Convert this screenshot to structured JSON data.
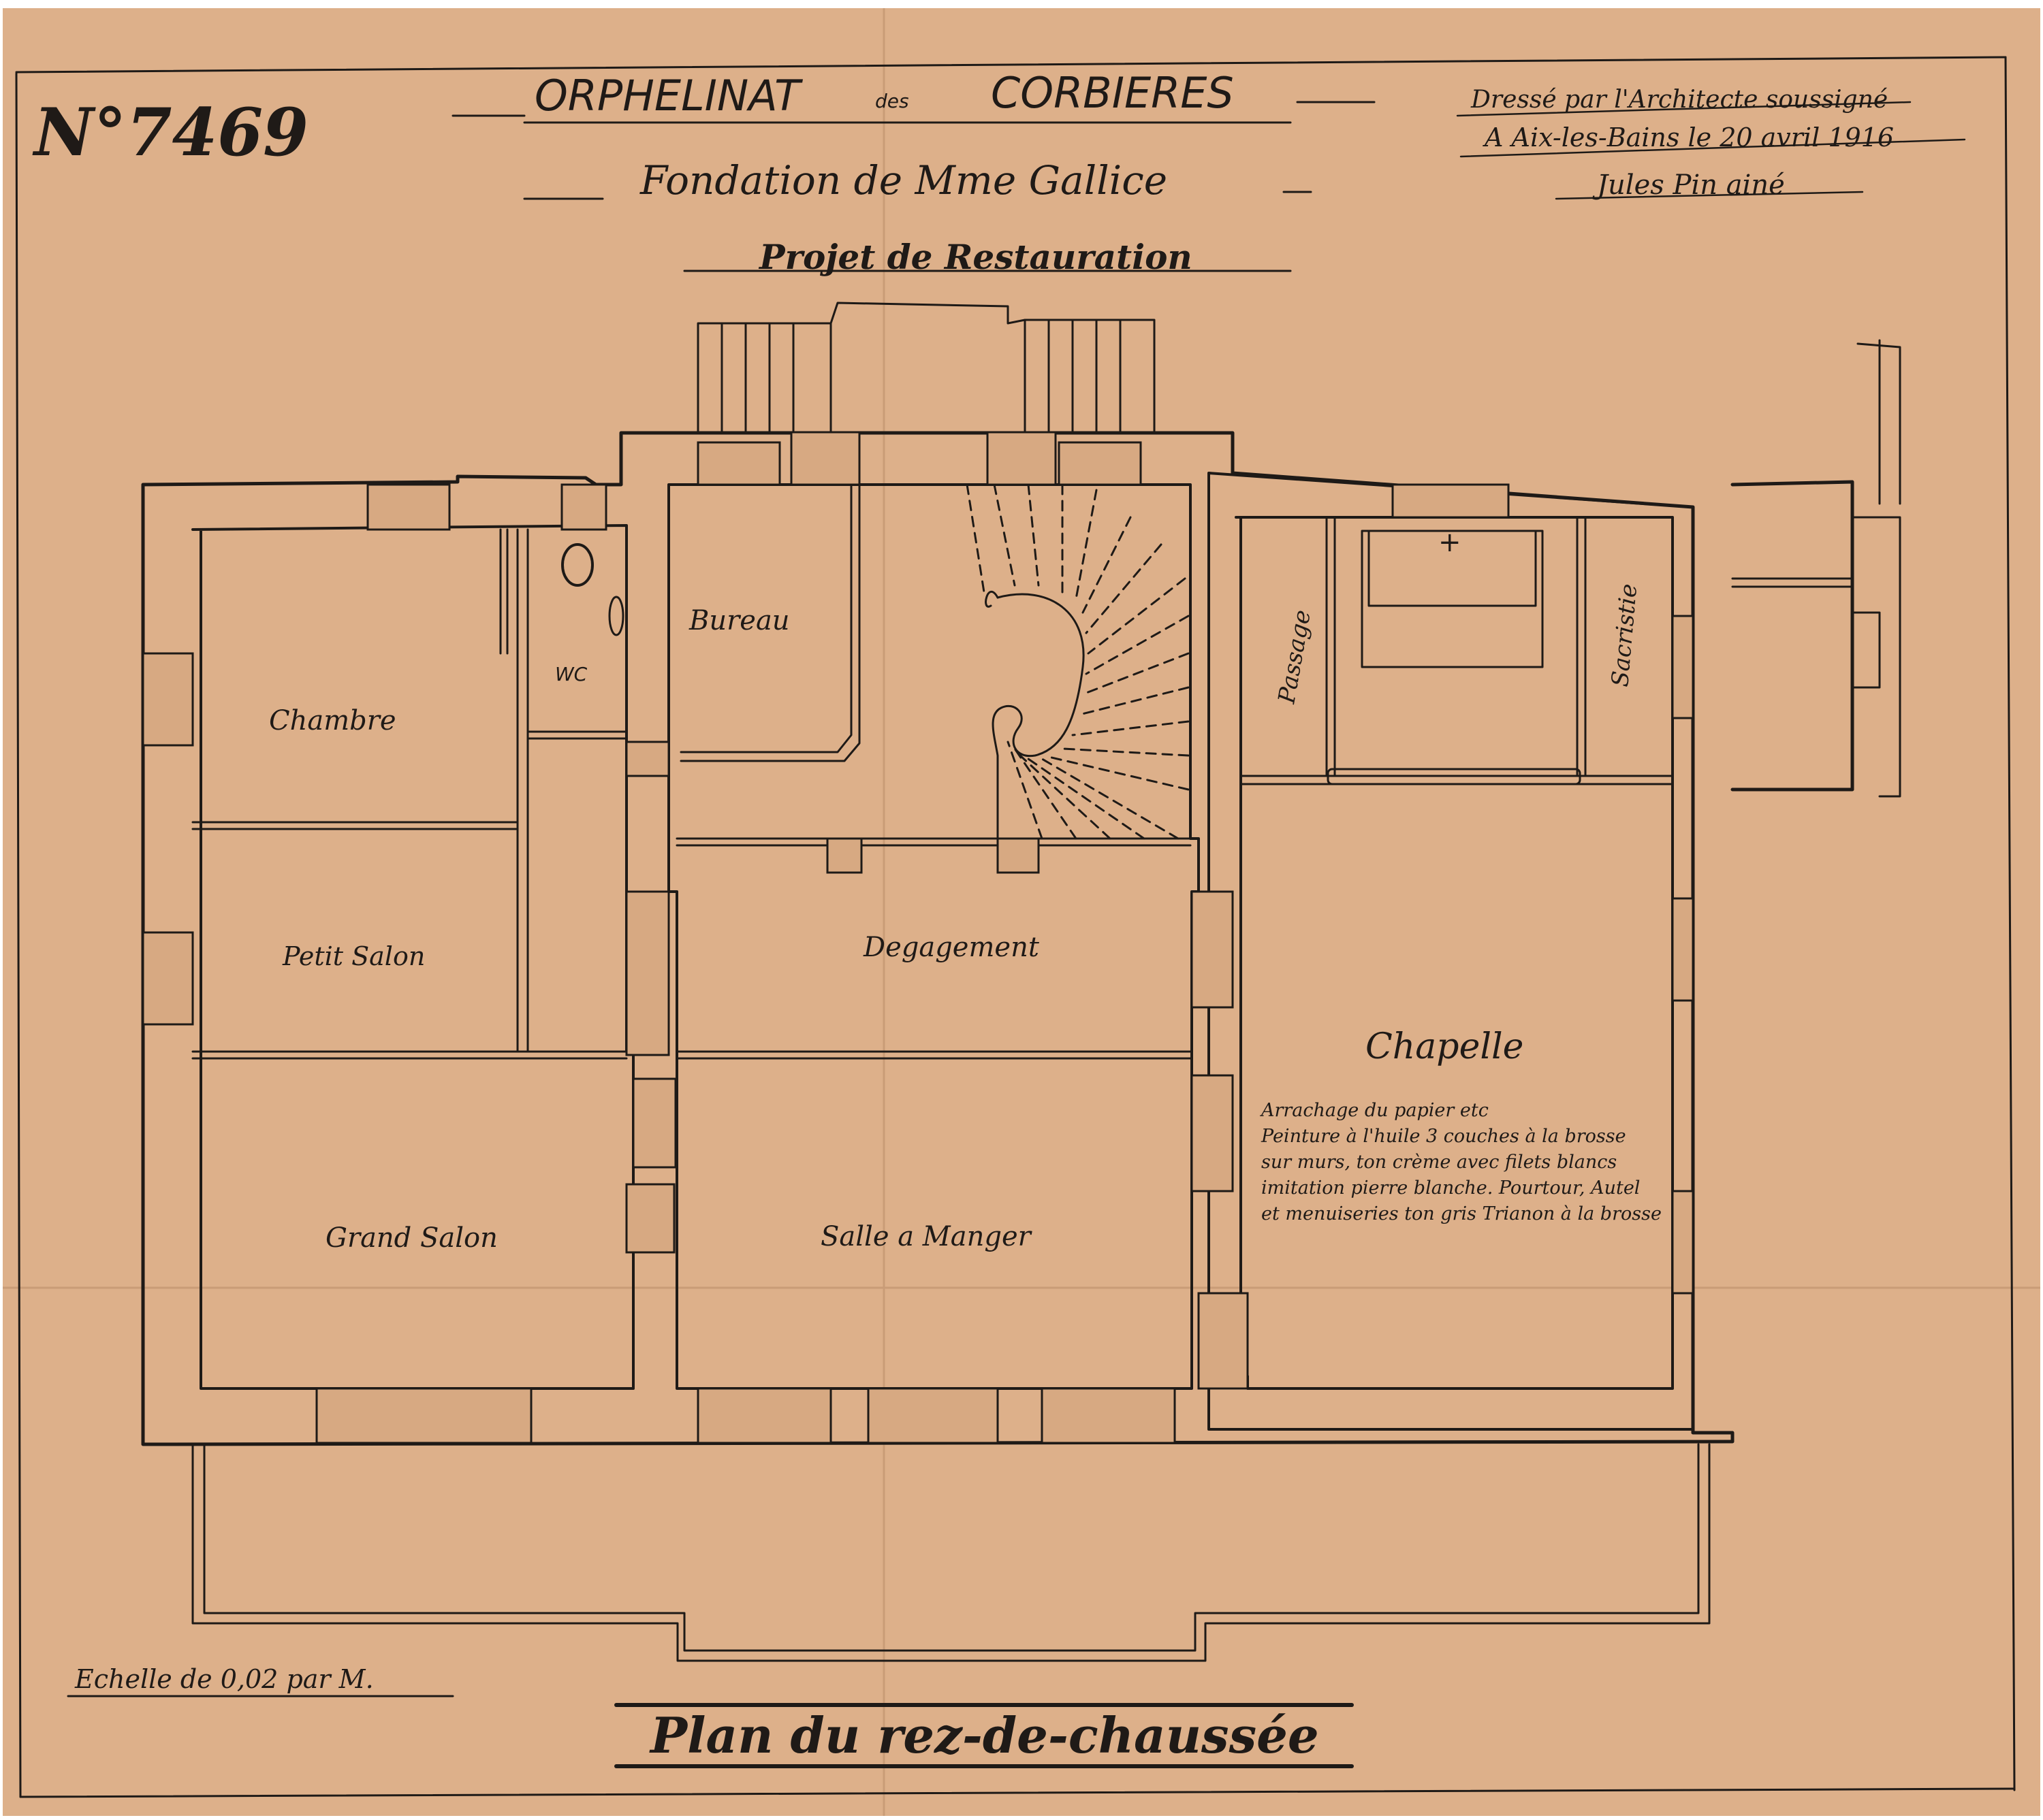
{
  "document": {
    "number": "N°7469",
    "title": "ORPHELINAT DES CORBIERES",
    "title_parts": {
      "part1": "ORPHELINAT",
      "part2": "des",
      "part3": "CORBIERES"
    },
    "subtitle": "Fondation de Mme Gallice",
    "project": "Projet de Restauration",
    "plan_title": "Plan du rez-de-chaussée",
    "scale": "Echelle de 0,02 par M."
  },
  "architect": {
    "line1": "Dressé par l'Architecte soussigné",
    "line2": "A Aix-les-Bains le 20 avril 1916",
    "signature": "Jules Pin ainé"
  },
  "rooms": {
    "chambre": "Chambre",
    "wc": "WC",
    "bureau": "Bureau",
    "passage": "Passage",
    "sacristie": "Sacristie",
    "petit_salon": "Petit Salon",
    "degagement": "Degagement",
    "chapelle": "Chapelle",
    "grand_salon": "Grand Salon",
    "salle_a_manger": "Salle a Manger"
  },
  "chapelle_note": [
    "Arrachage du papier etc",
    "Peinture à l'huile 3 couches à la brosse",
    "sur murs, ton crème avec filets blancs",
    "imitation pierre blanche. Pourtour, Autel",
    "et menuiseries ton gris Trianon à la brosse"
  ],
  "colors": {
    "paper": "#ddb08a",
    "ink": "#1e1a17",
    "background": "#ffffff"
  }
}
